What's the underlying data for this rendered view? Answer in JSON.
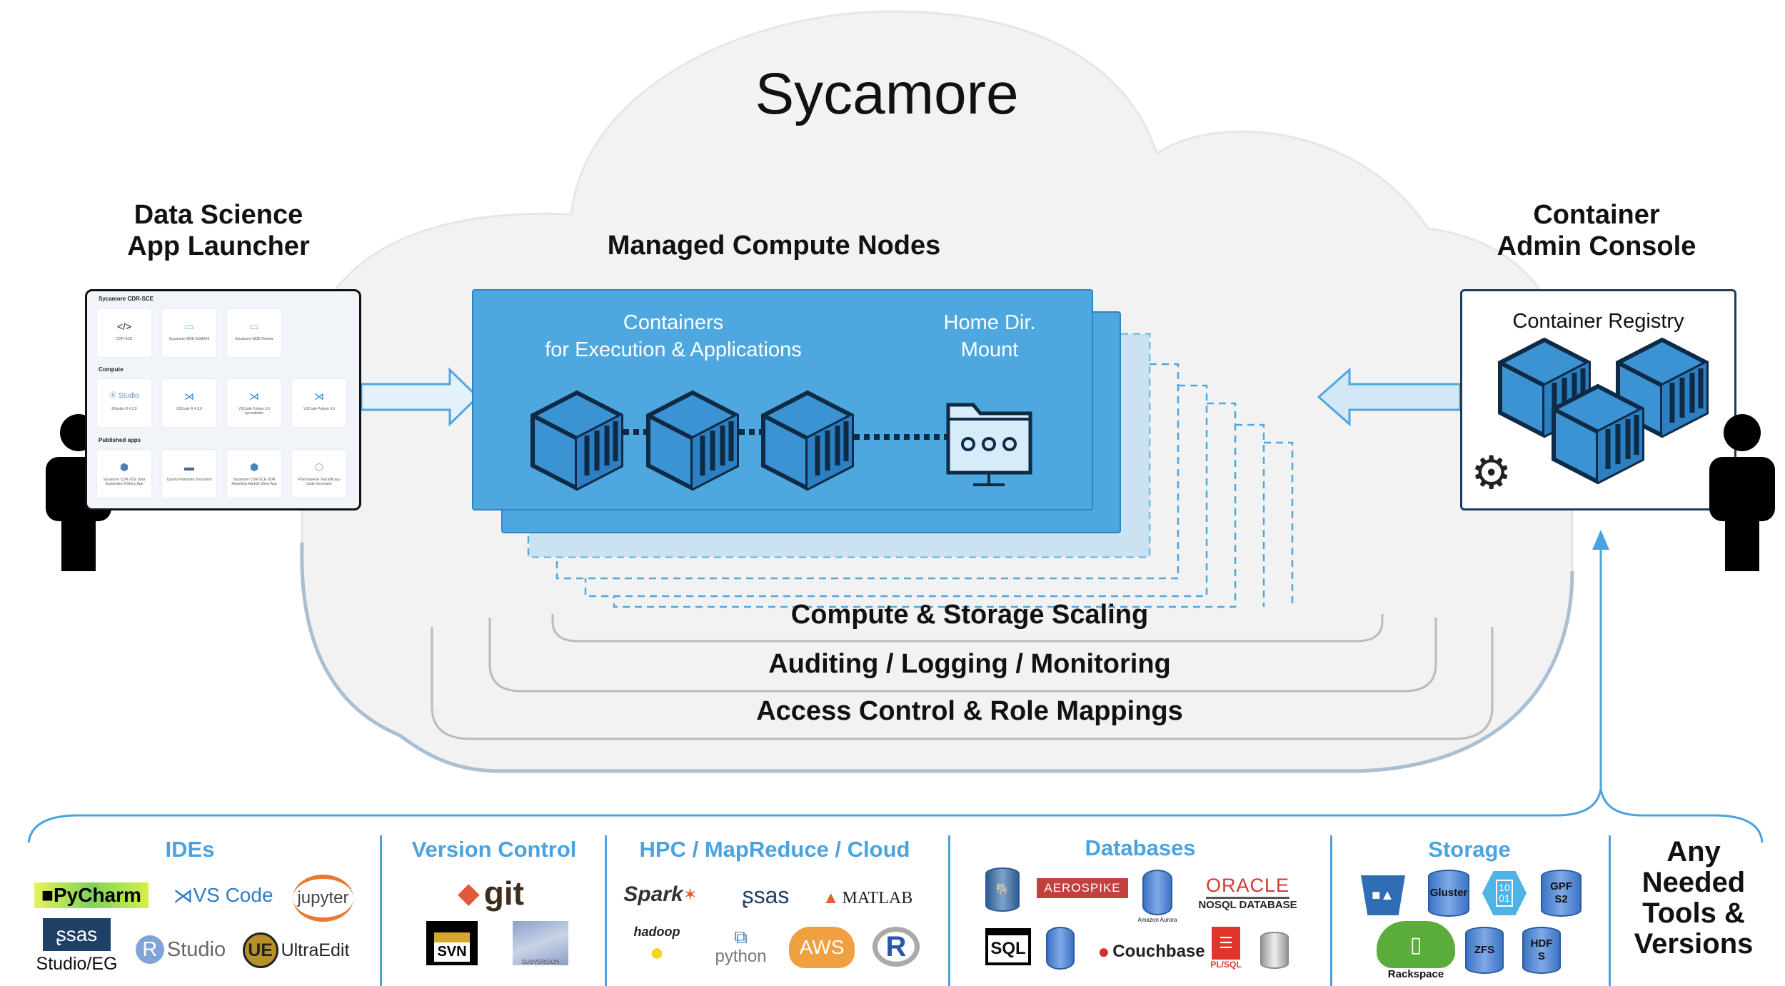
{
  "title": "Sycamore",
  "launcher": {
    "heading_line1": "Data Science",
    "heading_line2": "App Launcher",
    "screen_title": "Sycamore CDR-SCE",
    "sections": [
      {
        "label": "Sycamore CDR-SCE",
        "tiles": [
          "CDR-SCE",
          "Sycamore WDE ACME43",
          "Sycamore WDE Review"
        ]
      },
      {
        "label": "Compute",
        "tiles": [
          "RStudio R 4.3.0",
          "VSCode R 4.3.0",
          "VSCode Python 3.9 pyreadstats",
          "VSCode Python 3.9"
        ]
      },
      {
        "label": "Published apps",
        "tiles": [
          "Sycamore CDR-SCE Data Exploration RShiny App",
          "Quarto Published Document",
          "Sycamore CDR-SCE ODR Reporting Module Shiny App",
          "Pharmaverse Teal Efficacy Code Generator"
        ]
      }
    ],
    "rstudio_logo": "Studio"
  },
  "compute": {
    "heading": "Managed Compute Nodes",
    "containers_line1": "Containers",
    "containers_line2": "for Execution & Applications",
    "home_line1": "Home Dir.",
    "home_line2": "Mount"
  },
  "admin": {
    "heading_line1": "Container",
    "heading_line2": "Admin Console",
    "registry": "Container Registry"
  },
  "layers": [
    "Compute & Storage Scaling",
    "Auditing / Logging / Monitoring",
    "Access Control & Role Mappings"
  ],
  "tools": {
    "categories": [
      "IDEs",
      "Version Control",
      "HPC / MapReduce / Cloud",
      "Databases",
      "Storage"
    ],
    "ides": {
      "pycharm": "PyCharm",
      "vscode": "VS Code",
      "jupyter": "jupyter",
      "sas": "sas",
      "sas_caption": "Studio/EG",
      "rstudio": "Studio",
      "ultraedit": "UltraEdit"
    },
    "vcs": {
      "git": "git",
      "svn": "SVN",
      "subversion": "SUBVERSION"
    },
    "hpc": {
      "spark": "Spark",
      "sas": "sas",
      "matlab": "MATLAB",
      "hadoop": "hadoop",
      "python": "python",
      "aws": "AWS",
      "r": "R"
    },
    "databases": {
      "aerospike": "AEROSPIKE",
      "aurora": "Amazon Aurora",
      "oracle": "ORACLE",
      "oracle_nosql": "NOSQL DATABASE",
      "sql": "SQL",
      "couchbase": "Couchbase",
      "plsql": "PL/SQL"
    },
    "storage": {
      "gluster": "Gluster",
      "binary": "10 01",
      "gpfs": "GPF S2",
      "rackspace": "Rackspace",
      "zfs": "ZFS",
      "hdfs": "HDF S"
    },
    "any": [
      "Any",
      "Needed",
      "Tools &",
      "Versions"
    ]
  },
  "colors": {
    "accent": "#4aa3df",
    "node_blue": "#4ea7de",
    "cube_dark": "#1d3c5c",
    "cloud": "#f2f2f2"
  }
}
